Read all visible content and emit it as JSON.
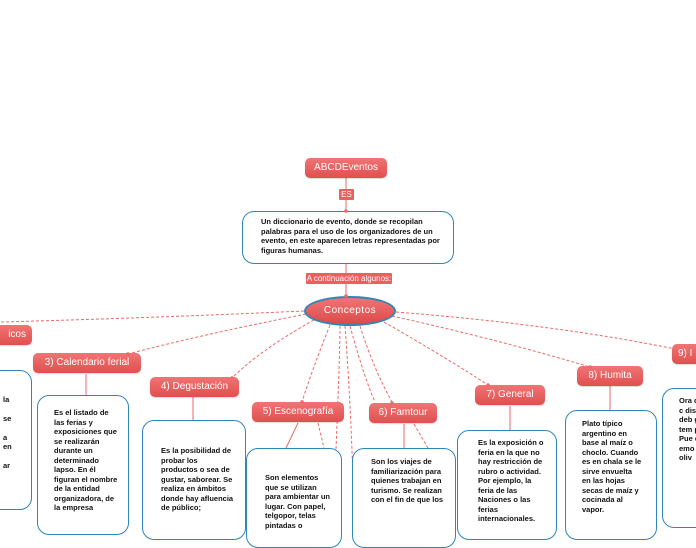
{
  "root": {
    "title": "ABCDEventos"
  },
  "links": {
    "es": "ES",
    "intro": "A continuación algunos:"
  },
  "definition": "Un diccionario de evento, donde se recopilan palabras para el uso de los organizadores de un evento, en este aparecen letras representadas por figuras humanas.",
  "central": "Conceptos",
  "topics": [
    {
      "label": "icos",
      "desc": ""
    },
    {
      "label": "3) Calendario ferial",
      "desc": "Es el listado de las ferias y exposiciones que se realizarán durante un determinado lapso. En él figuran el nombre de la entidad organizadora, de la empresa"
    },
    {
      "label": "4) Degustación",
      "desc": "Es la posibilidad de probar los productos o sea de gustar, saborear. Se realiza en ámbitos donde hay afluencia de público;"
    },
    {
      "label": "5) Escenografía",
      "desc": "Son elementos que se utilizan para ambientar un lugar. Con papel, telgopor, telas pintadas o"
    },
    {
      "label": "6) Famtour",
      "desc": "Son los viajes de familiarización para quienes trabajan en turismo. Se realizan con el fin de que los"
    },
    {
      "label": "7) General",
      "desc": "Es la exposición o feria en la que no hay restricción de rubro o actividad. Por ejemplo, la feria de las Naciones o las ferias internacionales."
    },
    {
      "label": "8) Humita",
      "desc": "Plato típico argentino en base al maíz o choclo. Cuando es en chala se le sirve envuelta en las hojas secas de maíz y cocinada al vapor."
    },
    {
      "label": "9) I",
      "desc": "Ora circ en c dise imp deb guía tem prin Pue que emo mo oliv"
    }
  ],
  "left_partial": "la\n\nse\n\na\nen\n\nar"
}
